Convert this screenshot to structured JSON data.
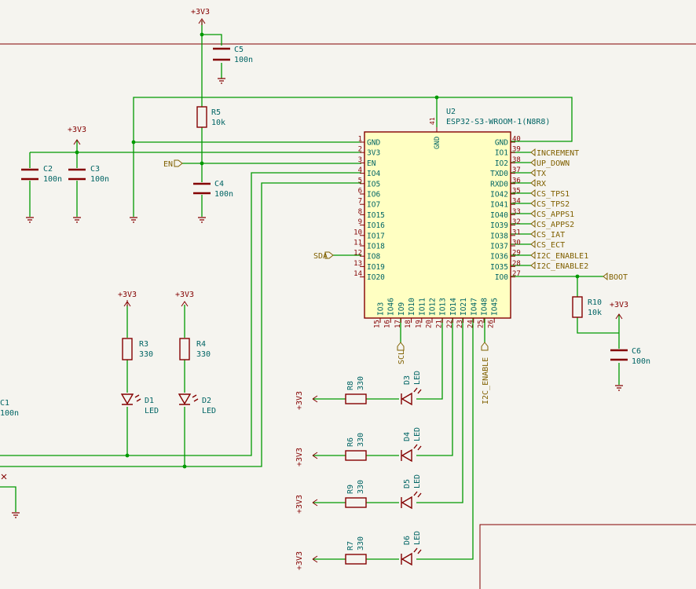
{
  "colors": {
    "background": "#f5f4ef",
    "wire": "#009900",
    "component": "#840000",
    "ic_fill": "#ffffc2",
    "pin_name": "#006464",
    "net_label": "#006464",
    "hier_label": "#806000",
    "power": "#840000",
    "sheet_line": "#840000"
  },
  "u2": {
    "ref": "U2",
    "value": "ESP32-S3-WROOM-1(N8R8)",
    "left_pins": [
      {
        "num": "1",
        "name": "GND"
      },
      {
        "num": "2",
        "name": "3V3"
      },
      {
        "num": "3",
        "name": "EN"
      },
      {
        "num": "4",
        "name": "IO4"
      },
      {
        "num": "5",
        "name": "IO5"
      },
      {
        "num": "6",
        "name": "IO6"
      },
      {
        "num": "7",
        "name": "IO7"
      },
      {
        "num": "8",
        "name": "IO15"
      },
      {
        "num": "9",
        "name": "IO16"
      },
      {
        "num": "10",
        "name": "IO17"
      },
      {
        "num": "11",
        "name": "IO18"
      },
      {
        "num": "12",
        "name": "IO8"
      },
      {
        "num": "13",
        "name": "IO19"
      },
      {
        "num": "14",
        "name": "IO20"
      }
    ],
    "right_pins": [
      {
        "num": "40",
        "name": "GND"
      },
      {
        "num": "39",
        "name": "IO1"
      },
      {
        "num": "38",
        "name": "IO2"
      },
      {
        "num": "37",
        "name": "TXD0"
      },
      {
        "num": "36",
        "name": "RXD0"
      },
      {
        "num": "35",
        "name": "IO42"
      },
      {
        "num": "34",
        "name": "IO41"
      },
      {
        "num": "33",
        "name": "IO40"
      },
      {
        "num": "32",
        "name": "IO39"
      },
      {
        "num": "31",
        "name": "IO38"
      },
      {
        "num": "30",
        "name": "IO37"
      },
      {
        "num": "29",
        "name": "IO36"
      },
      {
        "num": "28",
        "name": "IO35"
      },
      {
        "num": "27",
        "name": "IO0"
      }
    ],
    "bottom_pins": [
      {
        "num": "15",
        "name": "IO3"
      },
      {
        "num": "16",
        "name": "IO46"
      },
      {
        "num": "17",
        "name": "IO9"
      },
      {
        "num": "18",
        "name": "IO10"
      },
      {
        "num": "19",
        "name": "IO11"
      },
      {
        "num": "20",
        "name": "IO12"
      },
      {
        "num": "21",
        "name": "IO13"
      },
      {
        "num": "22",
        "name": "IO14"
      },
      {
        "num": "23",
        "name": "IO21"
      },
      {
        "num": "24",
        "name": "IO47"
      },
      {
        "num": "25",
        "name": "IO48"
      },
      {
        "num": "26",
        "name": "IO45"
      }
    ],
    "top_pin": {
      "num": "41",
      "name": "GND"
    }
  },
  "hier_labels": {
    "increment": "INCREMENT",
    "up_down": "UP_DOWN",
    "tx": "TX",
    "rx": "RX",
    "cs_tps1": "CS_TPS1",
    "cs_tps2": "CS_TPS2",
    "cs_apps1": "CS_APPS1",
    "cs_apps2": "CS_APPS2",
    "cs_iat": "CS_IAT",
    "cs_ect": "CS_ECT",
    "i2c_enable1": "I2C_ENABLE1",
    "i2c_enable2": "I2C_ENABLE2",
    "boot": "BOOT",
    "en": "EN",
    "sda": "SDA",
    "scl": "SCL",
    "i2c_enable": "I2C_ENABLE"
  },
  "power": {
    "v3": "+3V3"
  },
  "components": {
    "c5": {
      "ref": "C5",
      "value": "100n"
    },
    "c2": {
      "ref": "C2",
      "value": "100n"
    },
    "c3": {
      "ref": "C3",
      "value": "100n"
    },
    "c4": {
      "ref": "C4",
      "value": "100n"
    },
    "c6": {
      "ref": "C6",
      "value": "100n"
    },
    "c1": {
      "ref": "C1",
      "value": "100n"
    },
    "r5": {
      "ref": "R5",
      "value": "10k"
    },
    "r10": {
      "ref": "R10",
      "value": "10k"
    },
    "r3": {
      "ref": "R3",
      "value": "330"
    },
    "r4": {
      "ref": "R4",
      "value": "330"
    },
    "r8": {
      "ref": "R8",
      "value": "330"
    },
    "r6": {
      "ref": "R6",
      "value": "330"
    },
    "r9": {
      "ref": "R9",
      "value": "330"
    },
    "r7": {
      "ref": "R7",
      "value": "330"
    },
    "d1": {
      "ref": "D1",
      "value": "LED"
    },
    "d2": {
      "ref": "D2",
      "value": "LED"
    },
    "d3": {
      "ref": "D3",
      "value": "LED"
    },
    "d4": {
      "ref": "D4",
      "value": "LED"
    },
    "d5": {
      "ref": "D5",
      "value": "LED"
    },
    "d6": {
      "ref": "D6",
      "value": "LED"
    }
  }
}
